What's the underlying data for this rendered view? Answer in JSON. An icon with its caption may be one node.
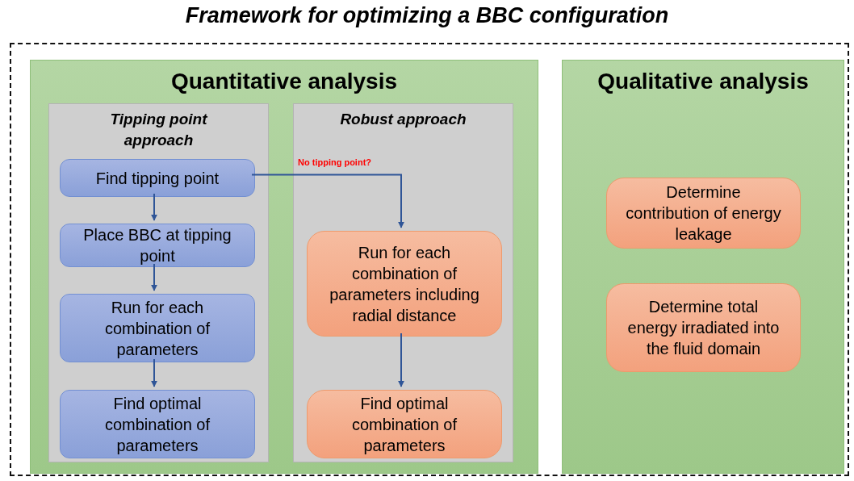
{
  "diagram": {
    "title": "Framework for optimizing a BBC configuration",
    "nodes": [
      {
        "text": [],
        "shape": "box"
      },
      {
        "text": [
          "Quantitative analysis"
        ],
        "in": 0
      },
      {
        "text": [
          "Tipping point approach"
        ],
        "in": 1
      },
      {
        "text": [
          "Find tipping point"
        ],
        "in": 2
      },
      {
        "text": [
          "Place BBC at tipping point"
        ],
        "in": 2
      },
      {
        "text": [
          "Run for each combination of parameters"
        ],
        "in": 2
      },
      {
        "text": [
          "Find optimal combination of parameters"
        ],
        "in": 2
      },
      {
        "text": [
          "Robust approach"
        ],
        "in": 1
      },
      {
        "text": [
          "Run for each combination of parameters including radial distance"
        ],
        "in": 7
      },
      {
        "text": [
          "Find optimal combination of parameters"
        ],
        "in": 7
      },
      {
        "text": [
          "Qualitative analysis"
        ],
        "in": 0
      },
      {
        "text": [
          "Determine contribution of energy leakage"
        ],
        "in": 10
      },
      {
        "text": [
          "Determine total energy irradiated into the fluid domain"
        ],
        "in": 10
      }
    ],
    "edges": [
      {
        "from": 3,
        "to": 4,
        "arrow": "to"
      },
      {
        "from": 4,
        "to": 5,
        "arrow": "to"
      },
      {
        "from": 5,
        "to": 6,
        "arrow": "to"
      },
      {
        "from": 3,
        "to": 8,
        "arrow": "to",
        "label": "No tipping point?"
      },
      {
        "from": 8,
        "to": 9,
        "arrow": "to"
      }
    ]
  }
}
